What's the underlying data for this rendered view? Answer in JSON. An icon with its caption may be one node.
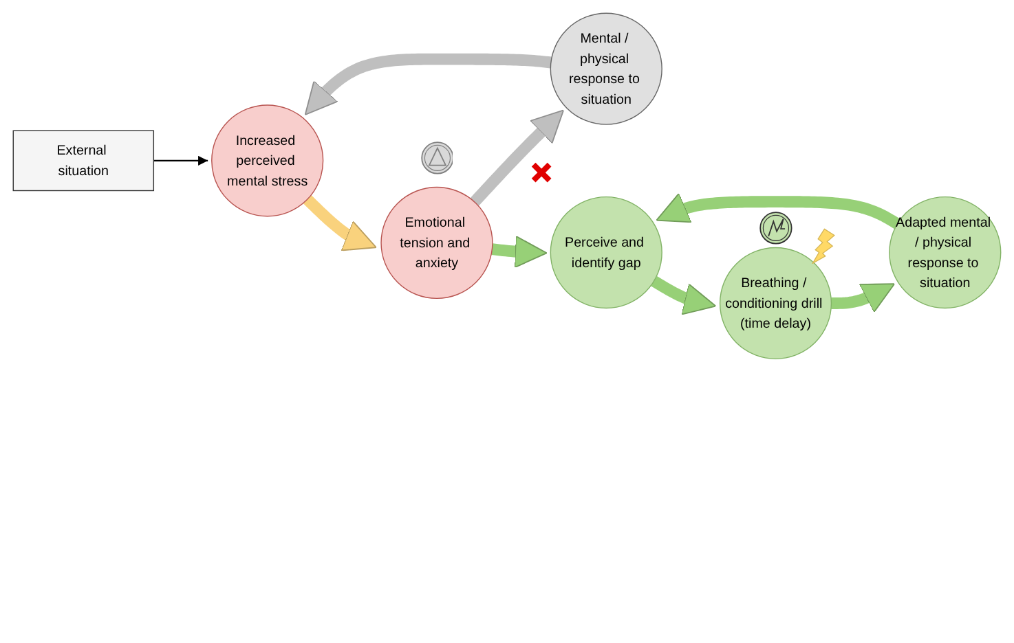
{
  "diagram": {
    "nodes": [
      {
        "text": [
          "External situation"
        ]
      },
      {
        "text": [
          "Increased perceived mental stress"
        ]
      },
      {
        "text": [
          "Emotional tension and anxiety"
        ]
      },
      {
        "text": [
          "Mental / physical response to situation"
        ]
      },
      {
        "text": [
          "Perceive and identify gap"
        ]
      },
      {
        "text": [
          "Breathing / conditioning drill (time delay)"
        ]
      },
      {
        "text": [
          "Adapted mental / physical response to situation"
        ]
      }
    ],
    "edges": [
      {
        "from": 0,
        "to": 1,
        "arrow": "to",
        "color": "#000000"
      },
      {
        "from": 1,
        "to": 2,
        "arrow": "to",
        "color": "#f9d27d"
      },
      {
        "from": 2,
        "to": 3,
        "arrow": "to",
        "color": "#bfbfbf"
      },
      {
        "from": 3,
        "to": 1,
        "arrow": "to",
        "color": "#bfbfbf"
      },
      {
        "from": 2,
        "to": 4,
        "arrow": "to"
      },
      {
        "from": 4,
        "to": 5,
        "arrow": "to"
      },
      {
        "from": 5,
        "to": 6,
        "arrow": "to"
      },
      {
        "from": 6,
        "to": 4,
        "arrow": "to"
      }
    ]
  }
}
